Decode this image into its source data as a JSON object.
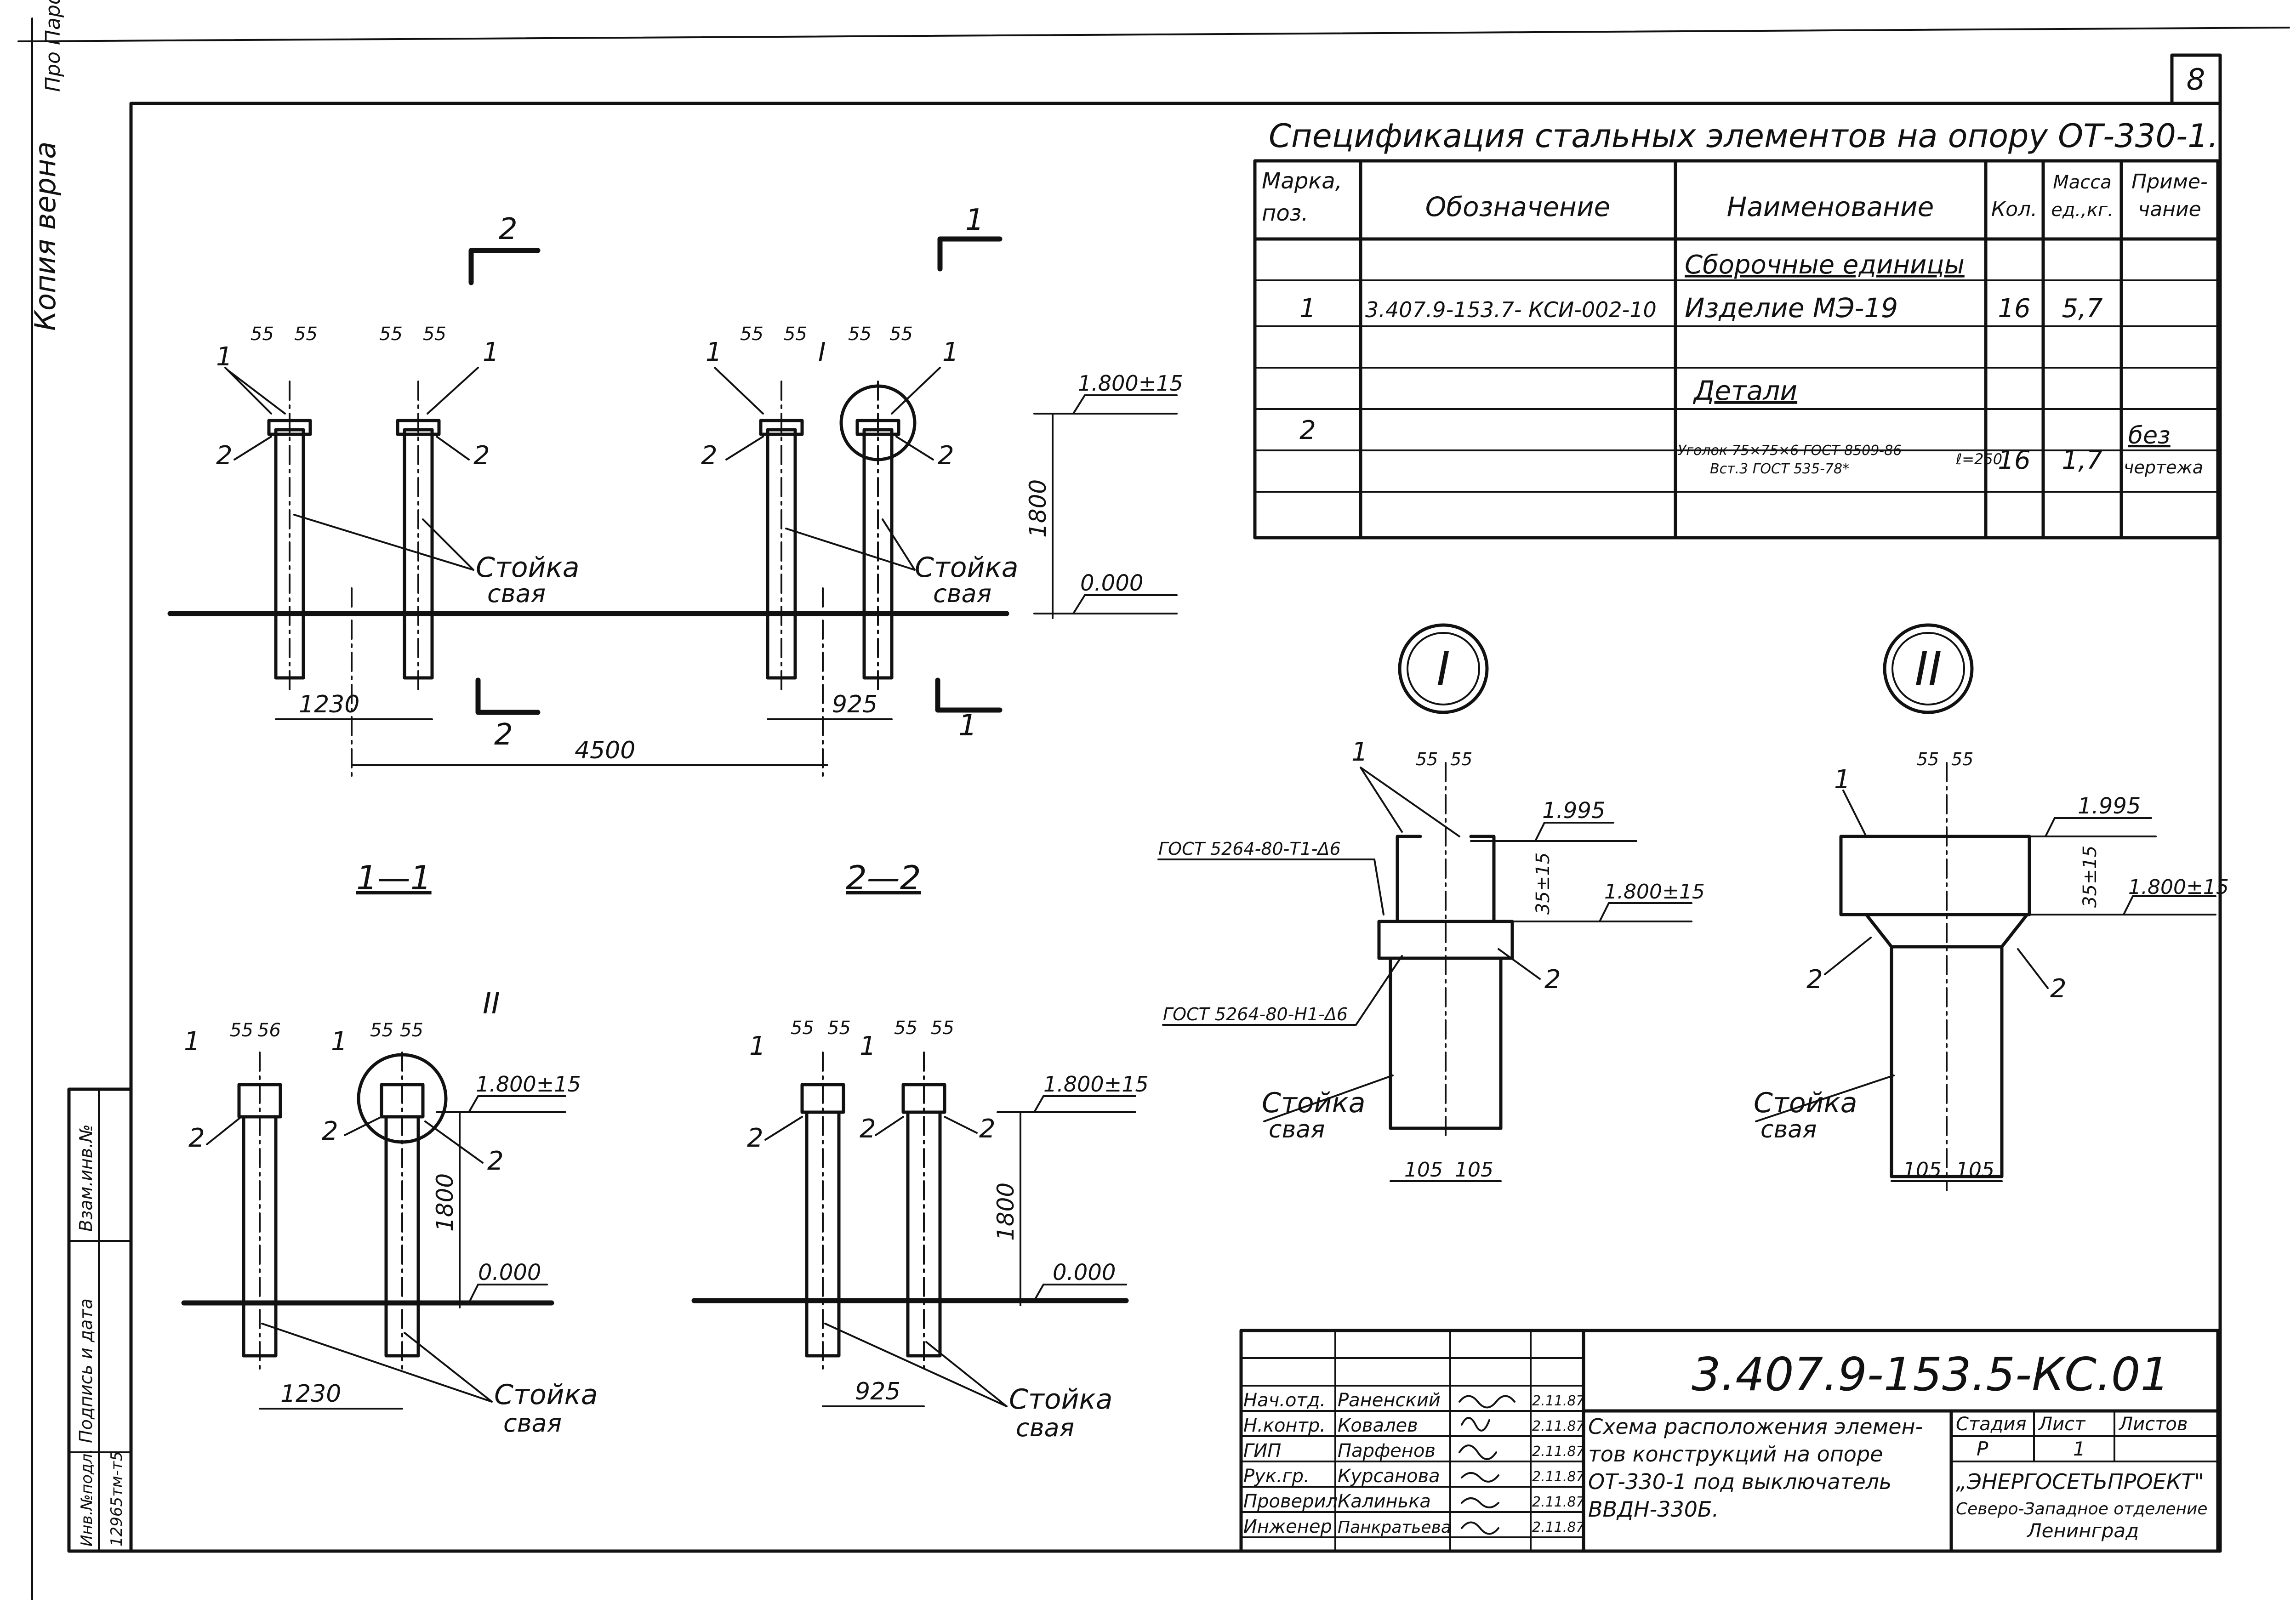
{
  "sheet_number": "8",
  "margin_note": {
    "copy_verified": "Копия верна",
    "corner": "Про Парфе"
  },
  "spec_table": {
    "title": "Спецификация стальных элементов на опору ОТ-330-1.",
    "headers": {
      "mark": [
        "Марка,",
        "поз."
      ],
      "designation": "Обозначение",
      "name": "Наименование",
      "qty": "Кол.",
      "mass": [
        "Масса",
        "ед.,кг."
      ],
      "note": [
        "Приме-",
        "чание"
      ]
    },
    "rows": [
      {
        "mark": "",
        "designation": "",
        "name": "Сборочные единицы",
        "qty": "",
        "mass": "",
        "note": ""
      },
      {
        "mark": "1",
        "designation": "3.407.9-153.7- КСИ-002-10",
        "name": "Изделие  МЭ-19",
        "qty": "16",
        "mass": "5,7",
        "note": ""
      },
      {
        "mark": "",
        "designation": "",
        "name": "",
        "qty": "",
        "mass": "",
        "note": ""
      },
      {
        "mark": "",
        "designation": "",
        "name": "Детали",
        "qty": "",
        "mass": "",
        "note": ""
      },
      {
        "mark": "2",
        "designation": "",
        "name_line1": "Уголок 75×75×6 ГОСТ 8509-86",
        "name_line2": "Вст.3 ГОСТ 535-78*",
        "name_suffix": "ℓ=250",
        "qty": "16",
        "mass": "1,7",
        "note_line1": "без",
        "note_line2": "чертежа"
      },
      {
        "mark": "",
        "designation": "",
        "name": "",
        "qty": "",
        "mass": "",
        "note": ""
      }
    ]
  },
  "plan_view": {
    "section_marks": {
      "s2": "2",
      "s1": "1"
    },
    "dims": {
      "d55": "55",
      "d1230": "1230",
      "d925": "925",
      "d4500": "4500",
      "d1800": "1800"
    },
    "level_top": "1.800±15",
    "level_ground": "0.000",
    "callout_I": "I",
    "pos1": "1",
    "pos2": "2",
    "pile_label": [
      "Стойка",
      "свая"
    ]
  },
  "section_1_1": {
    "title": "1—1",
    "callout_II": "II",
    "dims": {
      "d55": "55",
      "d56": "56",
      "d1230": "1230",
      "d1800": "1800"
    },
    "level_top": "1.800±15",
    "level_ground": "0.000",
    "pile_label": [
      "Стойка",
      "свая"
    ]
  },
  "section_2_2": {
    "title": "2—2",
    "dims": {
      "d55": "55",
      "d925": "925",
      "d1800": "1800"
    },
    "level_top": "1.800±15",
    "level_ground": "0.000",
    "pile_label": [
      "Стойка",
      "свая"
    ]
  },
  "detail_I": {
    "label": "I",
    "top_level": "1.995",
    "level": "1.800±15",
    "dim_35": "35±15",
    "weld1": "ГОСТ 5264-80-Т1-Δ6",
    "weld2": "ГОСТ 5264-80-Н1-Δ6",
    "dims": {
      "d55": "55",
      "d105": "105"
    },
    "pile_label": [
      "Стойка",
      "свая"
    ]
  },
  "detail_II": {
    "label": "II",
    "top_level": "1.995",
    "level": "1.800±15",
    "dim_35": "35±15",
    "dims": {
      "d55": "55",
      "d105": "105"
    },
    "pile_label": [
      "Стойка",
      "свая"
    ]
  },
  "title_block": {
    "code": "3.407.9-153.5-КС.01",
    "roles": [
      "Нач.отд.",
      "Н.контр.",
      "ГИП",
      "Рук.гр.",
      "Проверил",
      "Инженер"
    ],
    "names": [
      "Раненский",
      "Ковалев",
      "Парфенов",
      "Курсанова",
      "Калинька",
      "Панкратьева"
    ],
    "dates": [
      "2.11.87",
      "2.11.87",
      "2.11.87",
      "2.11.87",
      "2.11.87",
      "2.11.87"
    ],
    "description": [
      "Схема расположения элемен-",
      "тов конструкций на опоре",
      "ОТ-330-1 под выключатель",
      "ВВДН-330Б."
    ],
    "stage_header": "Стадия",
    "sheet_header": "Лист",
    "sheets_header": "Листов",
    "stage": "Р",
    "sheet": "1",
    "org": [
      "„ЭНЕРГОСЕТЬПРОЕКТ\"",
      "Северо-Западное отделение",
      "Ленинград"
    ]
  },
  "side_stamp": {
    "inv_label": "Инв.№подл.",
    "inv_value": "12965тм-т5",
    "sign_label": "Подпись и дата",
    "replace_label": "Взам.инв.№"
  }
}
